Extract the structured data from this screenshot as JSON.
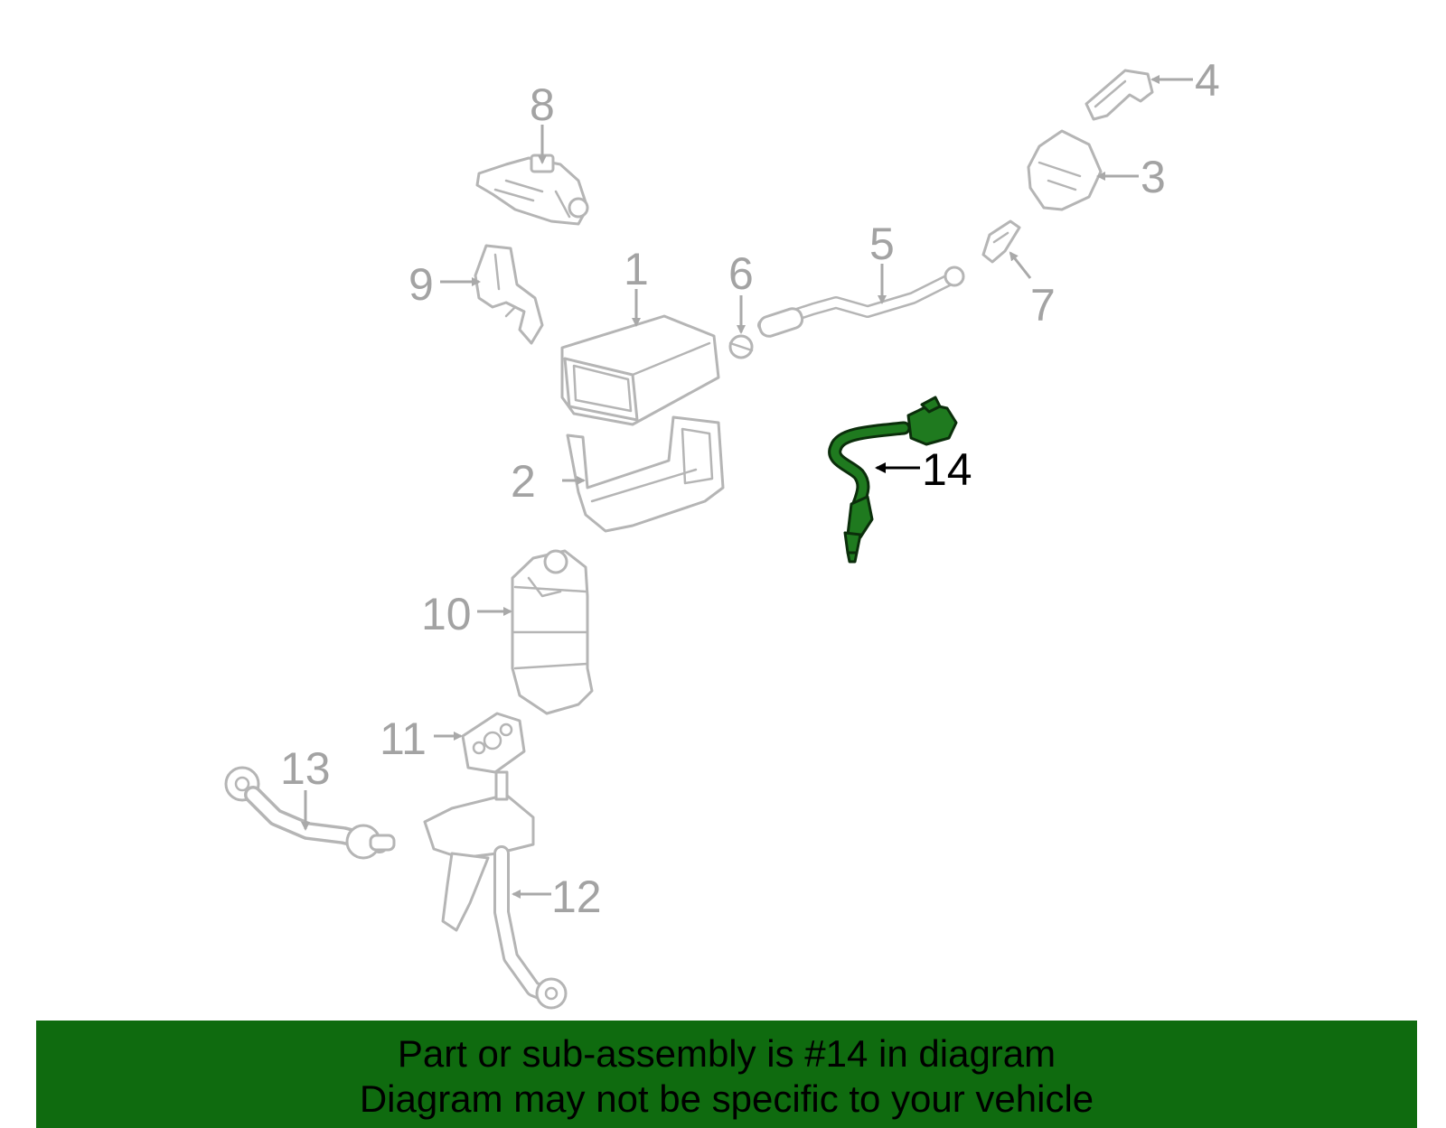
{
  "diagram": {
    "highlight_color": "#1f7a1f",
    "labels": [
      "1",
      "2",
      "3",
      "4",
      "5",
      "6",
      "7",
      "8",
      "9",
      "10",
      "11",
      "12",
      "13",
      "14"
    ],
    "highlighted_label": "14"
  },
  "banner": {
    "color": "#0f6b0f",
    "line1": "Part or sub-assembly is #14 in diagram",
    "line2": "Diagram may not be specific to your vehicle"
  }
}
